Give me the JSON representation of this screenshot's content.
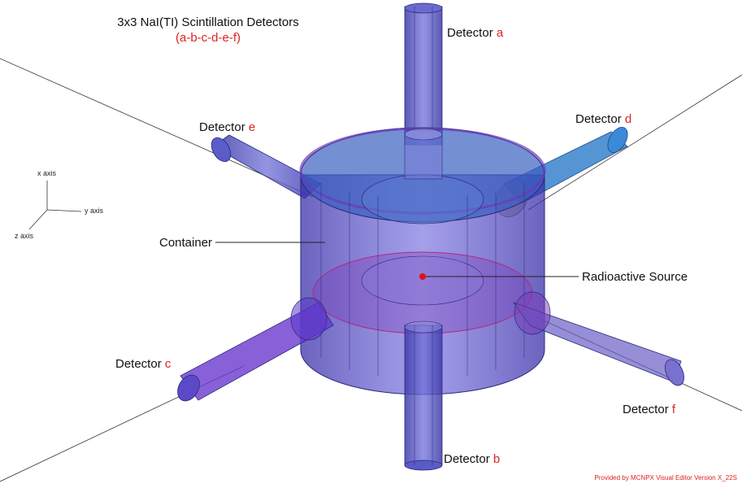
{
  "diagram": {
    "title_line1": "3x3 NaI(TI) Scintillation Detectors",
    "title_line2": "(a-b-c-d-e-f)",
    "detectors": [
      {
        "prefix": "Detector ",
        "letter": "a"
      },
      {
        "prefix": "Detector ",
        "letter": "b"
      },
      {
        "prefix": "Detector ",
        "letter": "c"
      },
      {
        "prefix": "Detector ",
        "letter": "d"
      },
      {
        "prefix": "Detector ",
        "letter": "e"
      },
      {
        "prefix": "Detector ",
        "letter": "f"
      }
    ],
    "container_label": "Container",
    "source_label": "Radioactive Source",
    "axes": {
      "x": "x axis",
      "y": "y axis",
      "z": "z axis"
    },
    "credit": "Provided by MCNPX Visual Editor Version X_22S"
  },
  "colors": {
    "container": "#4a3bd0",
    "detector": "#5548c8",
    "source": "#e01010",
    "label_red": "#e02020"
  }
}
